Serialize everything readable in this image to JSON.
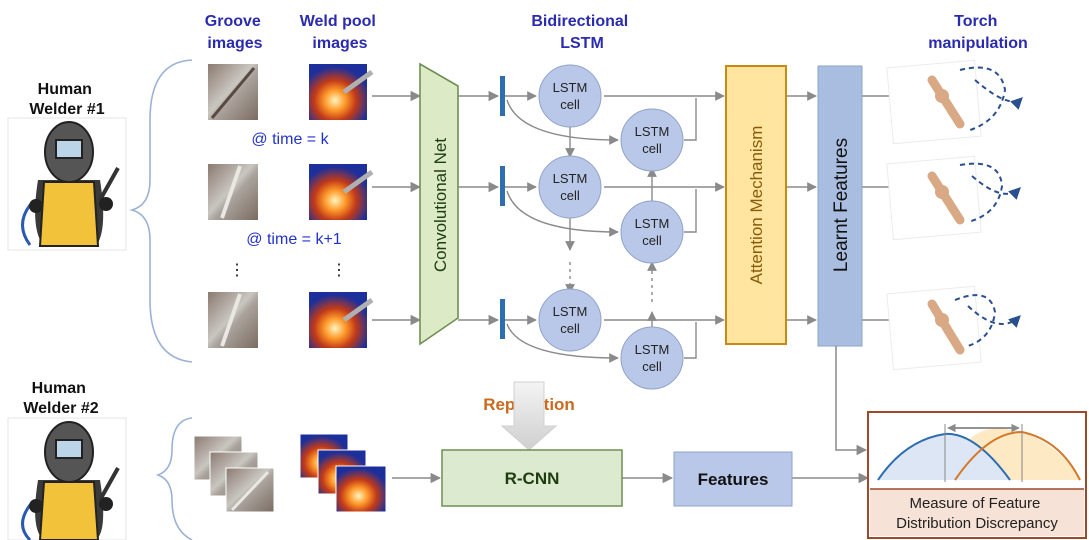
{
  "headers": {
    "groove": [
      "Groove",
      "images"
    ],
    "weldpool": [
      "Weld pool",
      "images"
    ],
    "bilstm": [
      "Bidirectional",
      "LSTM"
    ],
    "torch": [
      "Torch",
      "manipulation"
    ]
  },
  "welders": {
    "w1": [
      "Human",
      "Welder #1"
    ],
    "w2": [
      "Human",
      "Welder #2"
    ]
  },
  "time_labels": {
    "t1": "@ time = k",
    "t2": "@ time = k+1"
  },
  "ellipsis": "⋮",
  "blocks": {
    "convnet": "Convolutional Net",
    "attention": "Attention Mechanism",
    "learnt": "Learnt Features",
    "rcnn": "R-CNN",
    "features": "Features",
    "replication": "Replication",
    "measure": [
      "Measure of Feature",
      "Distribution Discrepancy"
    ]
  },
  "lstm_cell": [
    "LSTM",
    "cell"
  ],
  "colors": {
    "header_blue": "#2b2bb0",
    "time_blue": "#2233cc",
    "replication_orange": "#c96a1e",
    "lstm_fill": "#b9c8e8",
    "attention_fill": "#ffe5a0",
    "attention_border": "#c98a12",
    "learnt_fill": "#a9bde0",
    "convnet_fill": "#dcebc6",
    "rcnn_fill": "#dcebcf",
    "measure_border": "#9c4a2a",
    "curve_blue": "#2d6db0",
    "curve_orange": "#d4782a"
  }
}
